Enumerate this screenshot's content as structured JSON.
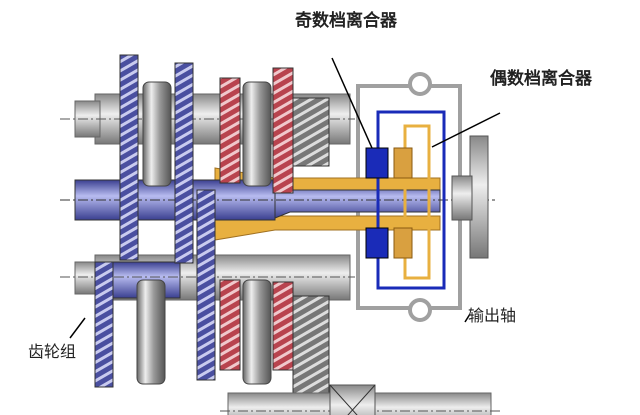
{
  "labels": {
    "odd_clutch": "奇数档离合器",
    "even_clutch": "偶数档离合器",
    "output_shaft": "输出轴",
    "gear_set": "齿轮组"
  },
  "colors": {
    "blue_gear": "#4a4fa0",
    "red_gear": "#c0505a",
    "gray": "#a8a8a8",
    "clutch_blue": "#1a2bb8",
    "clutch_yellow": "#e8b040"
  }
}
